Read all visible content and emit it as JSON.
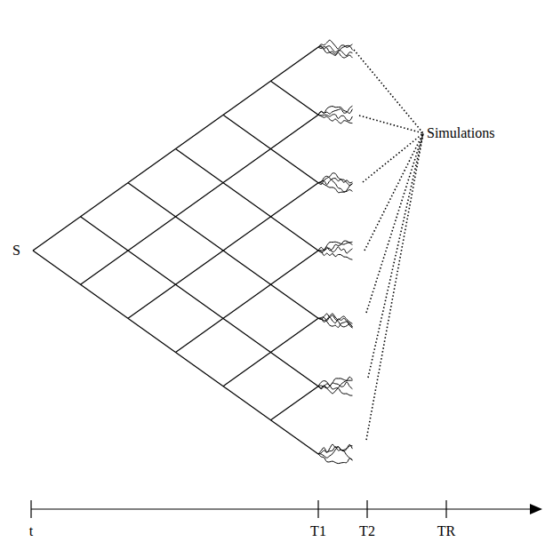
{
  "diagram": {
    "labels": [
      "S",
      "Simulations",
      "t",
      "T1",
      "T2",
      "TR"
    ]
  }
}
